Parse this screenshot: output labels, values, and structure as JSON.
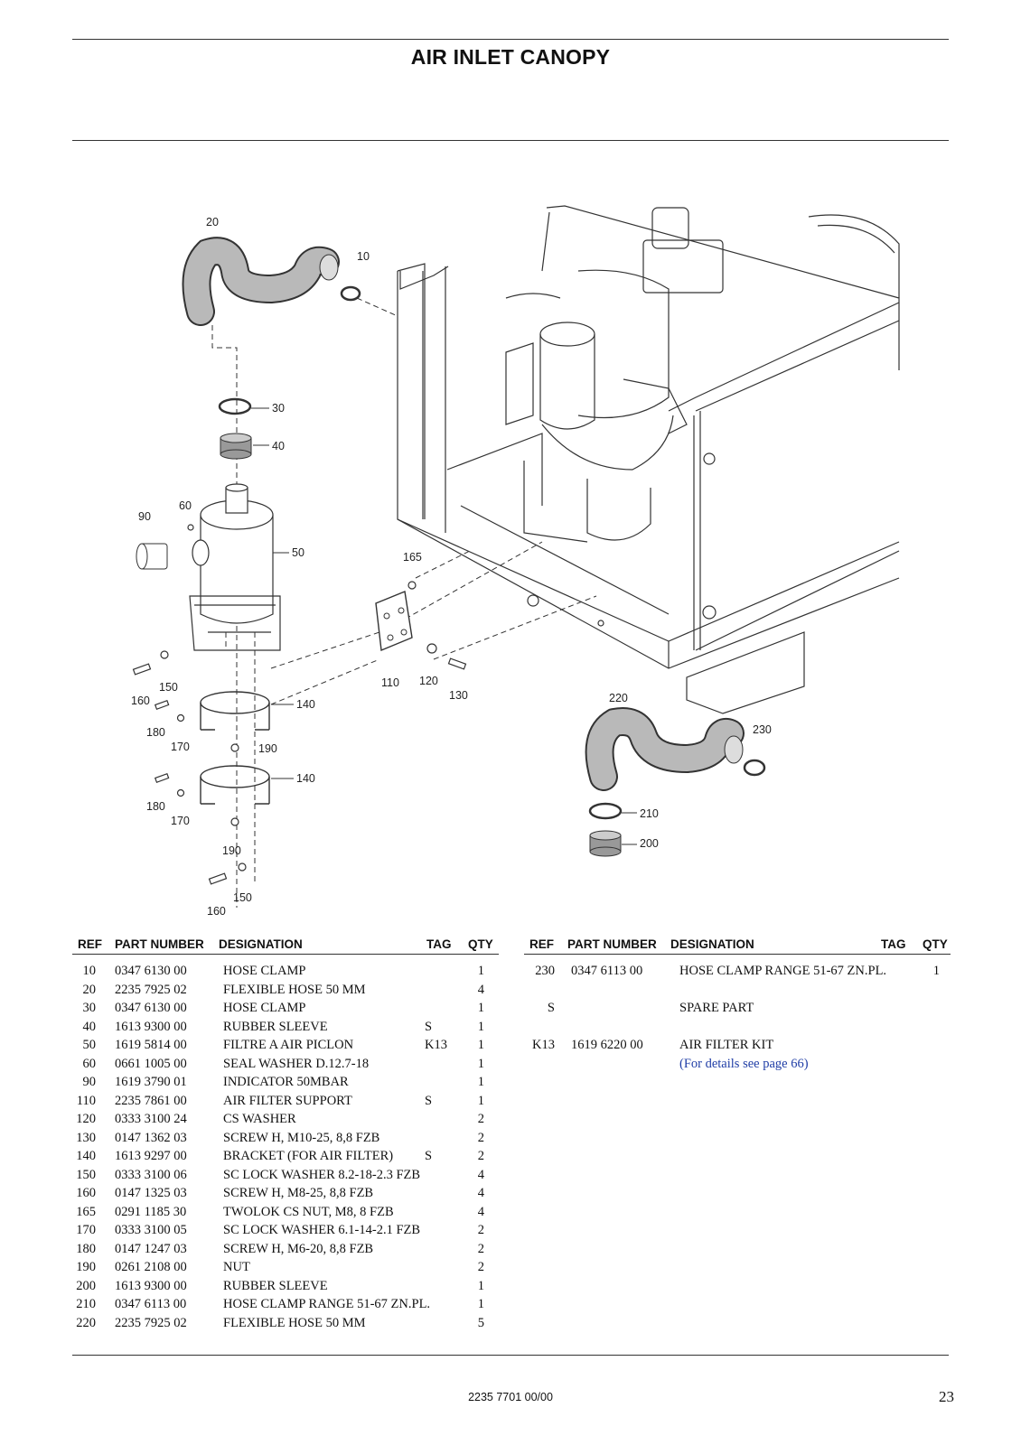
{
  "header": {
    "title": "AIR INLET CANOPY"
  },
  "table_headers": {
    "ref": "REF",
    "part_number": "PART NUMBER",
    "designation": "DESIGNATION",
    "tag": "TAG",
    "qty": "QTY"
  },
  "left_rows": [
    {
      "ref": "10",
      "part": "0347 6130 00",
      "desig": "HOSE CLAMP",
      "tag": "",
      "qty": "1"
    },
    {
      "ref": "20",
      "part": "2235 7925 02",
      "desig": "FLEXIBLE HOSE   50 MM",
      "tag": "",
      "qty": "4"
    },
    {
      "ref": "30",
      "part": "0347 6130 00",
      "desig": "HOSE CLAMP",
      "tag": "",
      "qty": "1"
    },
    {
      "ref": "40",
      "part": "1613 9300 00",
      "desig": "RUBBER SLEEVE",
      "tag": "S",
      "qty": "1"
    },
    {
      "ref": "50",
      "part": "1619 5814 00",
      "desig": "FILTRE A AIR PICLON",
      "tag": "K13",
      "qty": "1"
    },
    {
      "ref": "60",
      "part": "0661 1005 00",
      "desig": "SEAL WASHER D.12.7-18",
      "tag": "",
      "qty": "1"
    },
    {
      "ref": "90",
      "part": "1619 3790 01",
      "desig": "INDICATOR 50MBAR",
      "tag": "",
      "qty": "1"
    },
    {
      "ref": "110",
      "part": "2235 7861 00",
      "desig": "AIR FILTER SUPPORT",
      "tag": "S",
      "qty": "1"
    },
    {
      "ref": "120",
      "part": "0333 3100 24",
      "desig": "CS WASHER",
      "tag": "",
      "qty": "2"
    },
    {
      "ref": "130",
      "part": "0147 1362 03",
      "desig": "SCREW H, M10-25, 8,8 FZB",
      "tag": "",
      "qty": "2"
    },
    {
      "ref": "140",
      "part": "1613 9297 00",
      "desig": "BRACKET (FOR AIR FILTER)",
      "tag": "S",
      "qty": "2"
    },
    {
      "ref": "150",
      "part": "0333 3100 06",
      "desig": "SC LOCK WASHER 8.2-18-2.3 FZB",
      "tag": "",
      "qty": "4"
    },
    {
      "ref": "160",
      "part": "0147 1325 03",
      "desig": "SCREW H, M8-25, 8,8 FZB",
      "tag": "",
      "qty": "4"
    },
    {
      "ref": "165",
      "part": "0291 1185 30",
      "desig": "TWOLOK CS NUT, M8, 8 FZB",
      "tag": "",
      "qty": "4"
    },
    {
      "ref": "170",
      "part": "0333 3100 05",
      "desig": "SC LOCK WASHER 6.1-14-2.1 FZB",
      "tag": "",
      "qty": "2"
    },
    {
      "ref": "180",
      "part": "0147 1247 03",
      "desig": "SCREW H, M6-20, 8,8 FZB",
      "tag": "",
      "qty": "2"
    },
    {
      "ref": "190",
      "part": "0261 2108 00",
      "desig": "NUT",
      "tag": "",
      "qty": "2"
    },
    {
      "ref": "200",
      "part": "1613 9300 00",
      "desig": "RUBBER SLEEVE",
      "tag": "",
      "qty": "1"
    },
    {
      "ref": "210",
      "part": "0347 6113 00",
      "desig": "HOSE CLAMP RANGE 51-67 ZN.PL.",
      "tag": "",
      "qty": "1"
    },
    {
      "ref": "220",
      "part": "2235 7925 02",
      "desig": "FLEXIBLE HOSE   50 MM",
      "tag": "",
      "qty": "5"
    }
  ],
  "right_rows": [
    {
      "ref": "230",
      "part": "0347 6113 00",
      "desig": "HOSE CLAMP RANGE 51-67 ZN.PL.",
      "tag": "",
      "qty": "1"
    },
    {
      "ref": "",
      "part": "",
      "desig": "",
      "tag": "",
      "qty": ""
    },
    {
      "ref": "S",
      "part": "",
      "desig": "SPARE PART",
      "tag": "",
      "qty": ""
    },
    {
      "ref": "",
      "part": "",
      "desig": "",
      "tag": "",
      "qty": ""
    },
    {
      "ref": "K13",
      "part": "1619 6220 00",
      "desig": "AIR FILTER KIT",
      "tag": "",
      "qty": ""
    },
    {
      "ref": "",
      "part": "",
      "desig": "(For details see page 66)",
      "tag": "",
      "qty": ""
    }
  ],
  "callouts": {
    "c10": "10",
    "c20": "20",
    "c30": "30",
    "c40": "40",
    "c50": "50",
    "c60": "60",
    "c90": "90",
    "c110": "110",
    "c120": "120",
    "c130": "130",
    "c140a": "140",
    "c140b": "140",
    "c150a": "150",
    "c150b": "150",
    "c160a": "160",
    "c160b": "160",
    "c165": "165",
    "c170a": "170",
    "c170b": "170",
    "c180a": "180",
    "c180b": "180",
    "c190a": "190",
    "c190b": "190",
    "c200": "200",
    "c210": "210",
    "c220": "220",
    "c230": "230"
  },
  "footer": {
    "doc_number": "2235 7701 00/00",
    "page_number": "23"
  }
}
